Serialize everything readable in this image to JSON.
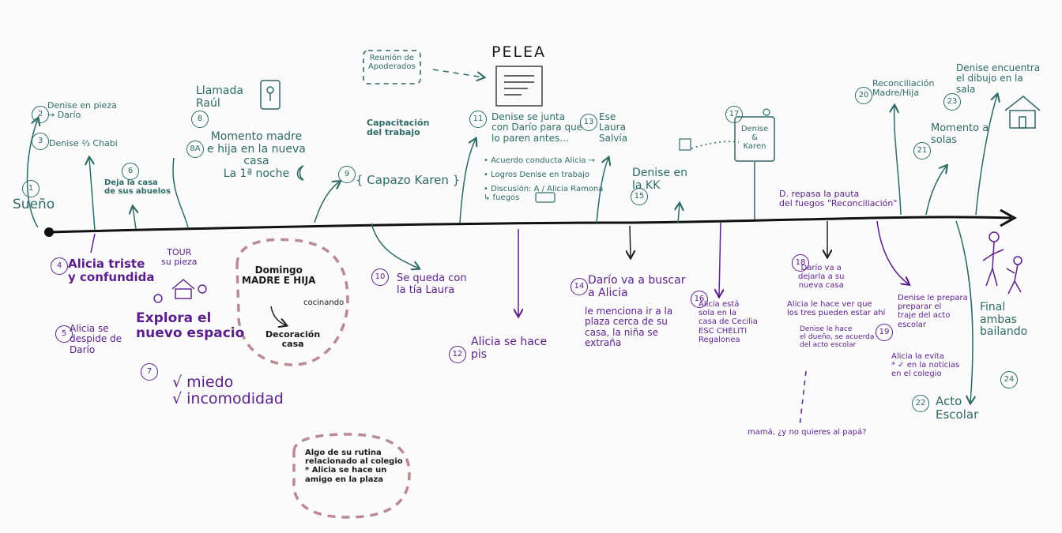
{
  "colors": {
    "teal": "#2e6b67",
    "purple": "#5b1f8c",
    "timeline": "#111111",
    "dashed_pink": "#b98a93",
    "background": "#fbfbfb"
  },
  "notes": {
    "sueno": "Sueño",
    "denise_pieza": "Denise en pieza\n→ Darío",
    "denise_chabi": "Denise ⅔ Chabi",
    "deja_casa": "Deja la casa\nde sus abuelos",
    "llamada": "Llamada\nRaúl",
    "momento_madre": "Momento madre\ne hija en la nueva\ncasa\nLa 1ª noche",
    "alicia_triste": "Alicia triste\ny confundida",
    "alicia_despide": "Alicia se\ndespide de\nDarío",
    "tour": "TOUR\nsu pieza",
    "explora": "Explora el\nnuevo espacio",
    "miedo": "√ miedo\n√ incomodidad",
    "domingo": "Domingo\nMADRE E HIJA",
    "cocinando": "cocinando",
    "decoracion": "Decoración\ncasa",
    "rutina": "Algo de su rutina\nrelacionado al colegio\n* Alicia se hace un\namigo en la plaza",
    "reunion": "Reunión de\nApoderados",
    "pelea": "PELEA",
    "capacitacion": "Capacitación\ndel trabajo",
    "capazo": "{ Capazo Karen }",
    "queda_tia": "Se queda con\nla tía Laura",
    "denise_junta": "Denise se junta\ncon Darío para que\nlo paren antes…",
    "bullet_1": "• Acuerdo conducta Alicia →",
    "bullet_2": "• Logros Denise en trabajo",
    "bullet_3": "• Discusión: A / Alicia Ramona\n↳ fuegos",
    "alicia_hace_pis": "Alicia se hace\npis",
    "dario_va": "Darío va a buscar\na Alicia",
    "lo_menciona": "le menciona ir a la\nplaza cerca de su\ncasa, la niña se\nextraña",
    "ese_laura": "Ese\nLaura\nSalvía",
    "denise_kk": "Denise en\nla KK",
    "alicia_queda": "Alicia está\nsola en la\ncasa de Cecilia\nESC CHELITI\nRegalonea",
    "denise_karen": "Denise\n&\nKaren",
    "d_repasa": "D. repasa la pauta\ndel fuegos \"Reconciliación\"",
    "dario_deja": "Darío va a\ndejarla a su\nnueva casa",
    "alicia_ve": "Alicia le hace ver que\nlos tres pueden estar ahí",
    "denise_luz": "Denise le hace\nel dueño, se acuerda\ndel acto escolar",
    "mama_papa": "mamá, ¿y no quieres al papá?",
    "reconciliacion": "Reconciliación\nMadre/Hija",
    "denise_encuentra": "Denise encuentra\nel dibujo en la\nsala",
    "momento_solas": "Momento a\nsolas",
    "denise_prepara": "Denise le prepara\npreparar el\ntraje del acto\nescolar",
    "alicia_evita": "Alicia la evita\n* ✓ en la noticias\nen el colegio",
    "acto_escolar": "Acto\nEscolar",
    "final": "Final\nambas\nbailando"
  },
  "numbers": {
    "n1": "1",
    "n2": "2",
    "n3": "3",
    "n4": "4",
    "n5": "5",
    "n6": "6",
    "n7": "7",
    "n8": "8",
    "n8a": "8A",
    "n9": "9",
    "n10": "10",
    "n11": "11",
    "n12": "12",
    "n13": "13",
    "n14": "14",
    "n15": "15",
    "n16": "16",
    "n17": "17",
    "n18": "18",
    "n19": "19",
    "n20": "20",
    "n21": "21",
    "n22": "22",
    "n23": "23",
    "n24": "24"
  }
}
